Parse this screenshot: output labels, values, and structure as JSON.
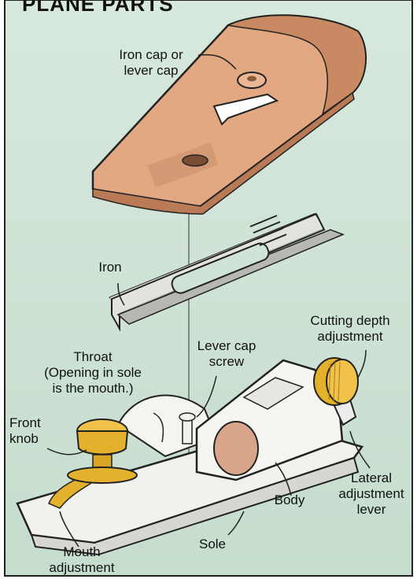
{
  "title": "PLANE PARTS",
  "labels": {
    "iron_cap": [
      "Iron cap or",
      "lever cap"
    ],
    "iron": "Iron",
    "cutting_depth": [
      "Cutting depth",
      "adjustment"
    ],
    "throat": [
      "Throat",
      "(Opening in sole",
      "is the mouth.)"
    ],
    "lever_cap_screw": [
      "Lever cap",
      "screw"
    ],
    "front_knob": [
      "Front",
      "knob"
    ],
    "lateral": [
      "Lateral",
      "adjustment",
      "lever"
    ],
    "body": "Body",
    "sole": "Sole",
    "mouth": [
      "Mouth",
      "adjustment"
    ]
  },
  "colors": {
    "background": "#cfe3d6",
    "cap": "#e2a882",
    "brass": "#e3b12c",
    "metal": "#f1f1ee",
    "iron": "#dcdcd8"
  }
}
